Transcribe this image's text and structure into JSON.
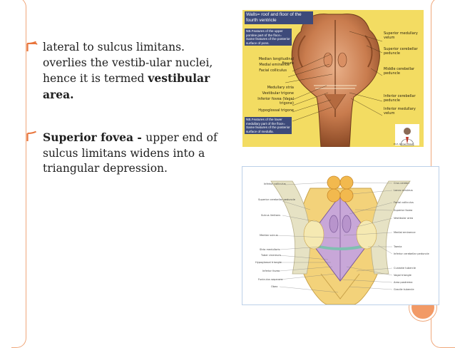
{
  "bullets": [
    {
      "id": "vestibular",
      "prefix": "",
      "text": "lateral to sulcus limitans. overlies the vestib-ular nuclei, hence it is termed ",
      "bold": "vestibular area.",
      "suffix": ""
    },
    {
      "id": "superior-fovea",
      "prefix": "Superior fovea - ",
      "text": "upper end of sulcus limitans widens into a triangular depression.",
      "bold": "",
      "suffix": ""
    }
  ],
  "image_top": {
    "header": "Walls= roof and floor of the fourth ventricle",
    "box_upper": "NB.Features of the upper pontine part of the floor= Same features of the posterior surface of pons.",
    "box_lower": "NB.Features of the lower medullary part of the floor= Same features of the posterior surface of medulla.",
    "labels_left": [
      "Median longitudinal fissure",
      "Medial eminence",
      "Facial colliculus",
      "Medullary stria",
      "Vestibular trigone",
      "Inferior fovea (Vagal trigone)",
      "Hypoglossal trigone"
    ],
    "labels_right": [
      "Superior medullary velum",
      "Superior cerebellar peduncle",
      "Middle cerebellar peduncle",
      "Inferior cerebellar peduncle",
      "Inferior medullary velum"
    ],
    "signature": "Prof. Ahmad Ezzat"
  },
  "image_bottom": {
    "labels_left": [
      "Inferior colliculus",
      "Superior cerebellar peduncle",
      "Sulcus limitans",
      "Median sulcus",
      "Stria medullaris",
      "Tuber cinereum",
      "Hypoglossal triangle",
      "Inferior fovea",
      "Funiculus separans",
      "Obex"
    ],
    "labels_right": [
      "Crus cerebri",
      "Locus ceruleus",
      "Facial colliculus",
      "Superior fovea",
      "Vestibular area",
      "Medial eminence",
      "Taenia",
      "Inferior cerebellar peduncle",
      "Cuneate tubercle",
      "Vagal triangle",
      "Area postrema",
      "Gracile tubercle"
    ]
  },
  "colors": {
    "accent": "#e8743b",
    "frame": "#f0a77a",
    "header_box": "#3d4a7a",
    "image_bg": "#f3dc62"
  }
}
